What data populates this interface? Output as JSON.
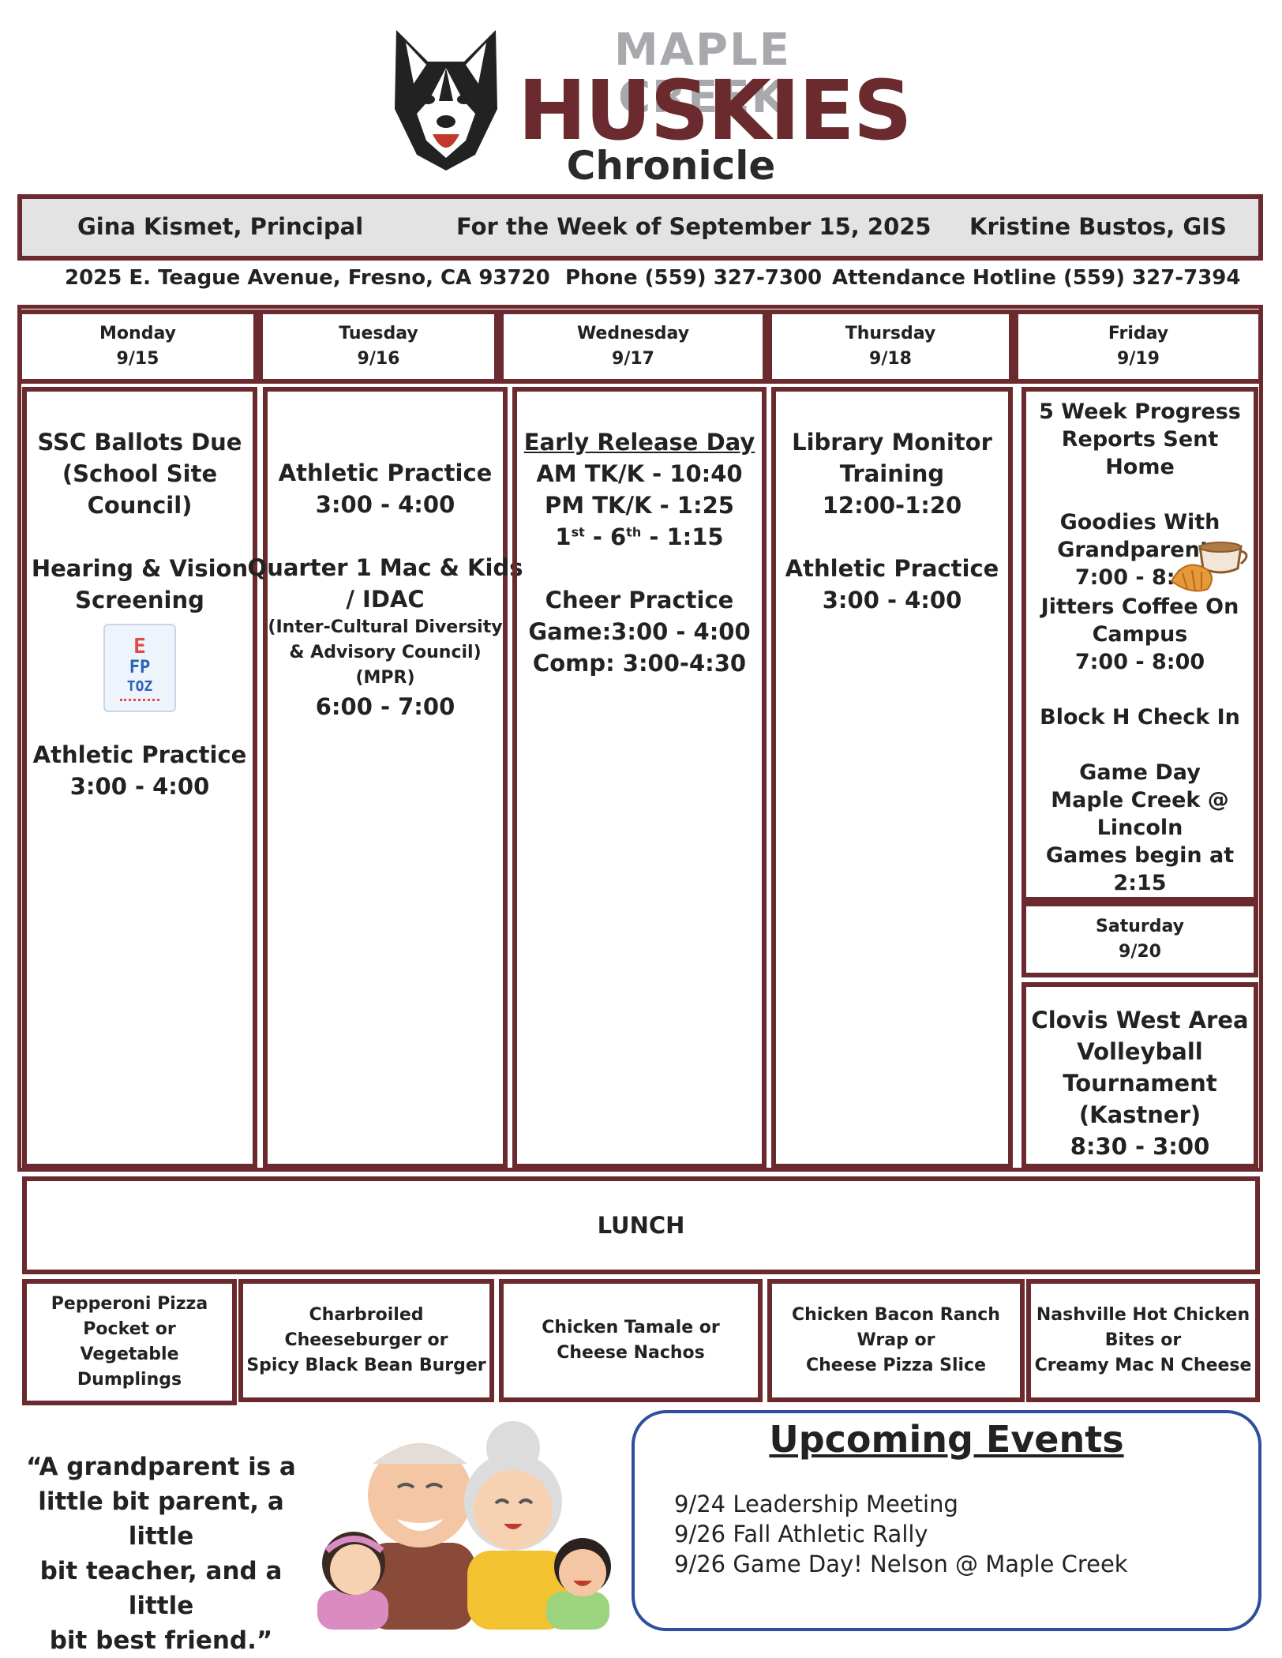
{
  "masthead": {
    "school_line": "MAPLE CREEK",
    "team_name": "HUSKIES",
    "publication": "Chronicle"
  },
  "header_bar": {
    "principal": "Gina Kismet, Principal",
    "week": "For the Week of September 15, 2025",
    "gis": "Kristine Bustos, GIS"
  },
  "contact": {
    "address": "2025 E. Teague Avenue, Fresno, CA  93720",
    "phone": "Phone (559) 327-7300",
    "hotline": "Attendance Hotline (559) 327-7394"
  },
  "days": [
    {
      "name": "Monday",
      "date": "9/15"
    },
    {
      "name": "Tuesday",
      "date": "9/16"
    },
    {
      "name": "Wednesday",
      "date": "9/17"
    },
    {
      "name": "Thursday",
      "date": "9/18"
    },
    {
      "name": "Friday",
      "date": "9/19"
    }
  ],
  "monday": {
    "ssc_1": "SSC Ballots Due",
    "ssc_2": "(School Site",
    "ssc_3": "Council)",
    "hv_1": "Hearing & Vision",
    "hv_2": "Screening",
    "chart_l1": "E",
    "chart_l2": "FP",
    "chart_l3": "TOZ",
    "ap_1": "Athletic Practice",
    "ap_2": "3:00 - 4:00"
  },
  "tuesday": {
    "ap_1": "Athletic Practice",
    "ap_2": "3:00 - 4:00",
    "q1_1": "Quarter 1 Mac & Kids",
    "q1_2": "/ IDAC",
    "q1_3": "(Inter-Cultural Diversity",
    "q1_4": "& Advisory Council)",
    "q1_5": "(MPR)",
    "q1_6": "6:00 - 7:00"
  },
  "wednesday": {
    "er_title": "Early Release Day",
    "er_am": "AM TK/K - 10:40",
    "er_pm": "PM TK/K - 1:25",
    "er_g1": "1",
    "er_g1_sup": "st",
    "er_g2": " - 6",
    "er_g2_sup": "th",
    "er_g3": " - 1:15",
    "cheer_1": "Cheer Practice",
    "cheer_2": "Game:3:00 - 4:00",
    "cheer_3": "Comp: 3:00-4:30"
  },
  "thursday": {
    "lm_1": "Library Monitor",
    "lm_2": "Training",
    "lm_3": "12:00-1:20",
    "ap_1": "Athletic Practice",
    "ap_2": "3:00 - 4:00"
  },
  "friday": {
    "pr_1": "5 Week Progress",
    "pr_2": "Reports Sent Home",
    "gw_1": "Goodies With",
    "gw_2": "Grandparents",
    "gw_3": "7:00 - 8:00",
    "jc_1": "Jitters Coffee On",
    "jc_2": "Campus",
    "jc_3": "7:00 - 8:00",
    "bh": "Block H Check In",
    "gd_1": "Game Day",
    "gd_2": "Maple Creek @",
    "gd_3": "Lincoln",
    "gd_4": "Games begin at 2:15"
  },
  "saturday": {
    "name": "Saturday",
    "date": "9/20",
    "t1": "Clovis West Area",
    "t2": "Volleyball",
    "t3": "Tournament",
    "t4": "(Kastner)",
    "t5": "8:30 - 3:00"
  },
  "lunch": {
    "title": "LUNCH",
    "mon": [
      "Pepperoni Pizza",
      "Pocket or",
      "Vegetable",
      "Dumplings"
    ],
    "tue": [
      "Charbroiled",
      "Cheeseburger or",
      "Spicy Black Bean Burger"
    ],
    "wed": [
      "Chicken Tamale or",
      "Cheese Nachos"
    ],
    "thu": [
      "Chicken Bacon Ranch",
      "Wrap or",
      "Cheese Pizza Slice"
    ],
    "fri": [
      "Nashville Hot Chicken",
      "Bites or",
      "Creamy Mac N Cheese"
    ]
  },
  "quote": {
    "l1": "“A grandparent is a",
    "l2": "little bit parent, a little",
    "l3": "bit teacher, and a little",
    "l4": "bit best friend.”"
  },
  "upcoming": {
    "title": "Upcoming Events",
    "items": [
      "9/24 Leadership Meeting",
      "9/26 Fall Athletic Rally",
      "9/26 Game Day! Nelson @ Maple Creek"
    ]
  },
  "colors": {
    "maroon": "#6b2a2e",
    "gray_text": "#a7a9ac",
    "header_fill": "#e3e3e3",
    "events_border": "#2d4f9e"
  }
}
